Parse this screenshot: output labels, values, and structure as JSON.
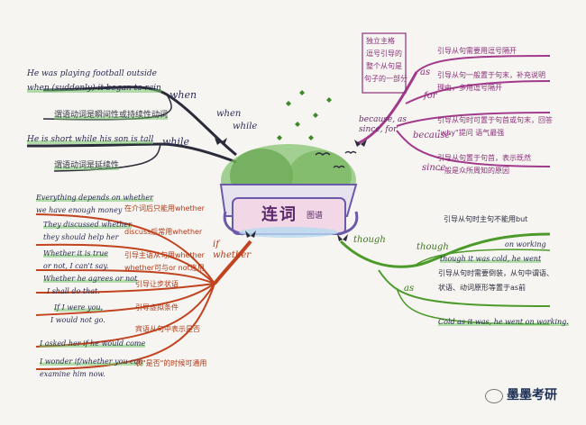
{
  "center": {
    "title": "连词",
    "subtitle": "图谱"
  },
  "colors": {
    "purple": "#a23a8c",
    "green": "#4c9a2a",
    "dark": "#2b2b3a",
    "red": "#c2431f",
    "pen": "#2b2b55"
  },
  "icons": [
    "butterfly-icon",
    "bird-icon",
    "leaf-icon",
    "wechat-icon"
  ],
  "nodes": {
    "when": "when",
    "when_while": "when\nwhile",
    "while": "while",
    "because_group": "because, as\nsince, for",
    "as_top": "as",
    "for": "for",
    "because": "because",
    "since": "since",
    "though": "though",
    "though2": "though",
    "as_bottom": "as",
    "if_whether": "if\nwhether"
  },
  "text": {
    "when_ex1": "He was playing football outside",
    "when_ex2": "when (suddenly) it began to rain",
    "when_note1": "谓语动词是瞬间性或持续性动词",
    "while_ex1": "He is short while his son is tall",
    "while_note": "谓语动词是延续性",
    "box_l1": "独立主格",
    "box_l2": "逗号引导的",
    "box_l3": "整个从句是",
    "box_l4": "句子的一部分",
    "as_note": "引导从句需要用逗号隔开",
    "for_note1": "引导从句一般置于句末，补充说明",
    "for_note2": "理由，多用逗号隔开",
    "because_note1": "引导从句时可置于句首或句末，回答",
    "because_note2": "\"why\"提问 语气最强",
    "since_note1": "引导从句置于句首，表示既然",
    "since_note2": "一般是众所周知的原因",
    "though_note": "引导从句时主句不能用but",
    "though_ex1": "on working",
    "though_ex2": "though it was cold, he went",
    "as_note1": "引导从句时需要倒装，从句中谓语、",
    "as_note2": "状语、动词原形等置于as前",
    "as_ex": "Cold as it was, he went on working.",
    "if_ex1": "Everything depends on whether",
    "if_ex2": "we have enough money",
    "if_note1": "在介词后只能用whether",
    "if_ex3": "They discussed whether",
    "if_ex4": "they should help her",
    "if_note2": "discuss后常用whether",
    "if_ex5": "Whether it is true",
    "if_ex6": "or not, I can't say.",
    "if_note3": "引导主语从句用whether",
    "if_note4": "whether可与or not连用",
    "if_ex7": "Whether he agrees or not",
    "if_ex8": "I shall do that.",
    "if_note5": "引导让步状语",
    "if_ex9": "If I were you,",
    "if_ex10": "I would not go.",
    "if_note6": "引导虚拟条件",
    "if_note7": "宾语从句中表示是否",
    "if_ex11": "I asked her if he would come",
    "if_ex12": "I wonder if/whether you can",
    "if_ex13": "examine him now.",
    "if_note8": "表\"是否\"的时候可通用"
  },
  "watermark": "墨墨考研"
}
